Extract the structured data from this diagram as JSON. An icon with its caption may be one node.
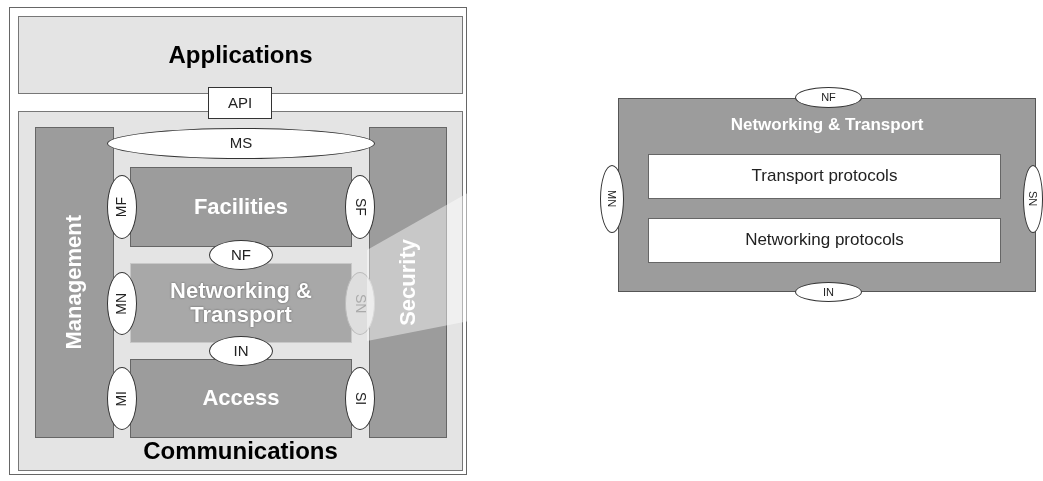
{
  "diagram": {
    "nodes": [
      {
        "text": [],
        "shape": "box"
      },
      {
        "text": [
          "Applications"
        ],
        "in": 0
      },
      {
        "text": [
          "API"
        ],
        "in": 0
      },
      {
        "text": [
          "Communications"
        ],
        "in": 0
      },
      {
        "text": [
          "Management"
        ],
        "in": 3
      },
      {
        "text": [
          "Security"
        ],
        "in": 3
      },
      {
        "text": [
          "MS"
        ],
        "in": 3
      },
      {
        "text": [
          "Facilities"
        ],
        "in": 3
      },
      {
        "text": [
          "MF"
        ],
        "in": 3
      },
      {
        "text": [
          "SF"
        ],
        "in": 3
      },
      {
        "text": [
          "NF"
        ],
        "in": 3
      },
      {
        "text": [
          "Networking & Transport"
        ],
        "in": 3
      },
      {
        "text": [
          "MN"
        ],
        "in": 3
      },
      {
        "text": [
          "SN"
        ],
        "in": 3
      },
      {
        "text": [
          "IN"
        ],
        "in": 3
      },
      {
        "text": [
          "Access"
        ],
        "in": 3
      },
      {
        "text": [
          "MI"
        ],
        "in": 3
      },
      {
        "text": [
          "SI"
        ],
        "in": 3
      },
      {
        "text": [
          "Networking & Transport"
        ]
      },
      {
        "text": [
          "NF"
        ]
      },
      {
        "text": [
          "MN"
        ]
      },
      {
        "text": [
          "SN"
        ]
      },
      {
        "text": [
          "IN"
        ]
      },
      {
        "text": [
          "Transport protocols"
        ],
        "in": 18
      },
      {
        "text": [
          "Networking protocols"
        ],
        "in": 18
      }
    ]
  }
}
